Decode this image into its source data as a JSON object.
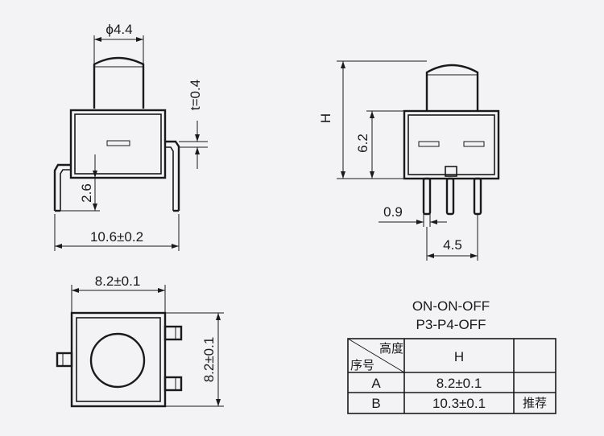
{
  "dimensions": {
    "cap_diameter": "ϕ4.4",
    "thickness": "t=0.4",
    "pin_length": "2.6",
    "front_width": "10.6±0.2",
    "height_label": "H",
    "body_height": "6.2",
    "pin_width": "0.9",
    "pin_pitch": "4.5",
    "top_width": "8.2±0.1",
    "top_depth": "8.2±0.1"
  },
  "function": {
    "line1": "ON-ON-OFF",
    "line2": "P3-P4-OFF"
  },
  "table": {
    "header_top": "高度",
    "header_bottom": "序号",
    "header_h": "H",
    "rows": [
      {
        "id": "A",
        "value": "8.2±0.1",
        "note": ""
      },
      {
        "id": "B",
        "value": "10.3±0.1",
        "note": "推荐"
      }
    ]
  }
}
